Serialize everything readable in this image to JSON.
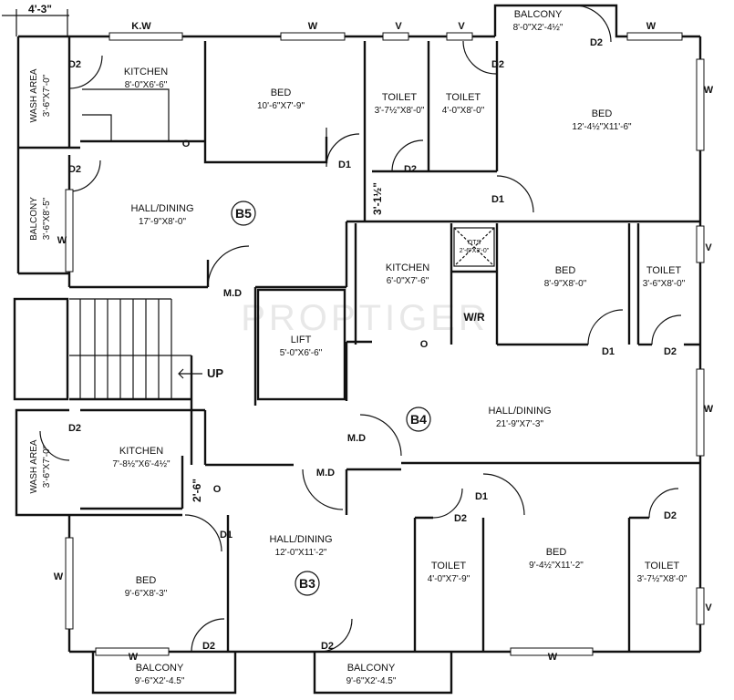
{
  "watermark": "PROPTIGER",
  "top_dimension": "4'-3\"",
  "units": {
    "b5": "B5",
    "b4": "B4",
    "b3": "B3"
  },
  "rooms": {
    "b5_wash_area": {
      "name": "WASH AREA",
      "size": "3'-6\"X7'-0\""
    },
    "b5_kitchen": {
      "name": "KITCHEN",
      "size": "8'-0\"X6'-6\""
    },
    "b5_bed": {
      "name": "BED",
      "size": "10'-6\"X7'-9\""
    },
    "b5_toilet": {
      "name": "TOILET",
      "size": "3'-7½\"X8'-0\""
    },
    "b5_balcony": {
      "name": "BALCONY",
      "size": "3'-6\"X8'-5\""
    },
    "b5_hall": {
      "name": "HALL/DINING",
      "size": "17'-9\"X8'-0\""
    },
    "b4_top_balcony": {
      "name": "BALCONY",
      "size": "8'-0\"X2'-4½\""
    },
    "b4_toilet_top": {
      "name": "TOILET",
      "size": "4'-0\"X8'-0\""
    },
    "b4_bed_top": {
      "name": "BED",
      "size": "12'-4½\"X11'-6\""
    },
    "b4_kitchen": {
      "name": "KITCHEN",
      "size": "6'-0\"X7'-6\""
    },
    "b4_bed_mid": {
      "name": "BED",
      "size": "8'-9\"X8'-0\""
    },
    "b4_toilet_mid": {
      "name": "TOILET",
      "size": "3'-6\"X8'-0\""
    },
    "b4_hall": {
      "name": "HALL/DINING",
      "size": "21'-9\"X7'-3\""
    },
    "lift": {
      "name": "LIFT",
      "size": "5'-0\"X6'-6\""
    },
    "b3_wash_area": {
      "name": "WASH AREA",
      "size": "3'-6\"X7'-0\""
    },
    "b3_kitchen": {
      "name": "KITCHEN",
      "size": "7'-8½\"X6'-4½\""
    },
    "b3_hall": {
      "name": "HALL/DINING",
      "size": "12'-0\"X11'-2\""
    },
    "b3_bed_left": {
      "name": "BED",
      "size": "9'-6\"X8'-3\""
    },
    "b3_toilet_mid": {
      "name": "TOILET",
      "size": "4'-0\"X7'-9\""
    },
    "b3_bed_right": {
      "name": "BED",
      "size": "9'-4½\"X11'-2\""
    },
    "b3_toilet_right": {
      "name": "TOILET",
      "size": "3'-7½\"X8'-0\""
    },
    "b3_balcony_left": {
      "name": "BALCONY",
      "size": "9'-6\"X2'-4.5\""
    },
    "b3_balcony_right": {
      "name": "BALCONY",
      "size": "9'-6\"X2'-4.5\""
    }
  },
  "ots": {
    "name": "OTS",
    "size": "2'-6\"X3'-0\""
  },
  "wr": "W/R",
  "stairs_up": "UP",
  "vertical_dims": {
    "corridor": "3'-1½\"",
    "b3_kitchen": "2'-6\""
  },
  "labels": {
    "window": "W",
    "kitchen_window": "K.W",
    "vent": "V",
    "main_door": "M.D",
    "door1": "D1",
    "door2": "D2",
    "opening": "O"
  }
}
